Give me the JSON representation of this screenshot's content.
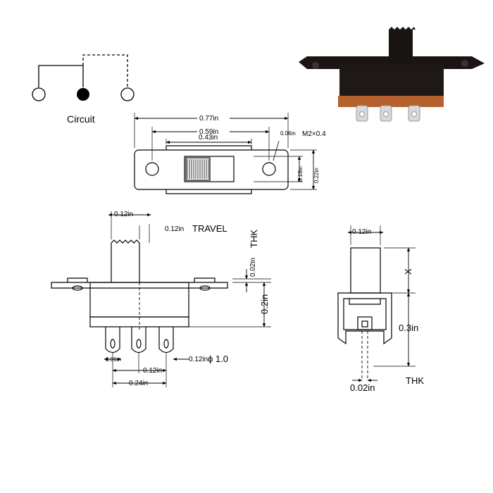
{
  "circuit": {
    "label": "Circuit"
  },
  "top_view": {
    "overall_length": "0.77in",
    "hole_spacing": "0.59in",
    "slot_length": "0.43in",
    "hole_size": "0.06in",
    "screw": "M2×0.4",
    "body_height": "0.18in",
    "overall_height": "0.22in"
  },
  "side_view": {
    "actuator_width": "0.12in",
    "travel_value": "0.12in",
    "travel_label": "TRAVEL",
    "thk_label": "THK",
    "thk_value": "0.02in",
    "body_height": "0.2in",
    "pin_width": "0.06in",
    "pin_pitch": "0.12in",
    "pin_span": "0.24in",
    "pin_hole": "0.12in",
    "pin_hole_diameter": "ϕ 1.0"
  },
  "end_view": {
    "actuator_width": "0.12in",
    "actuator_height": "X",
    "body_height": "0.3in",
    "thk_value": "0.02in",
    "thk_label": "THK"
  },
  "colors": {
    "line": "#000000",
    "photo_body": "#1a1512",
    "photo_base": "#b4612e",
    "photo_pin": "#d8d8d8"
  }
}
